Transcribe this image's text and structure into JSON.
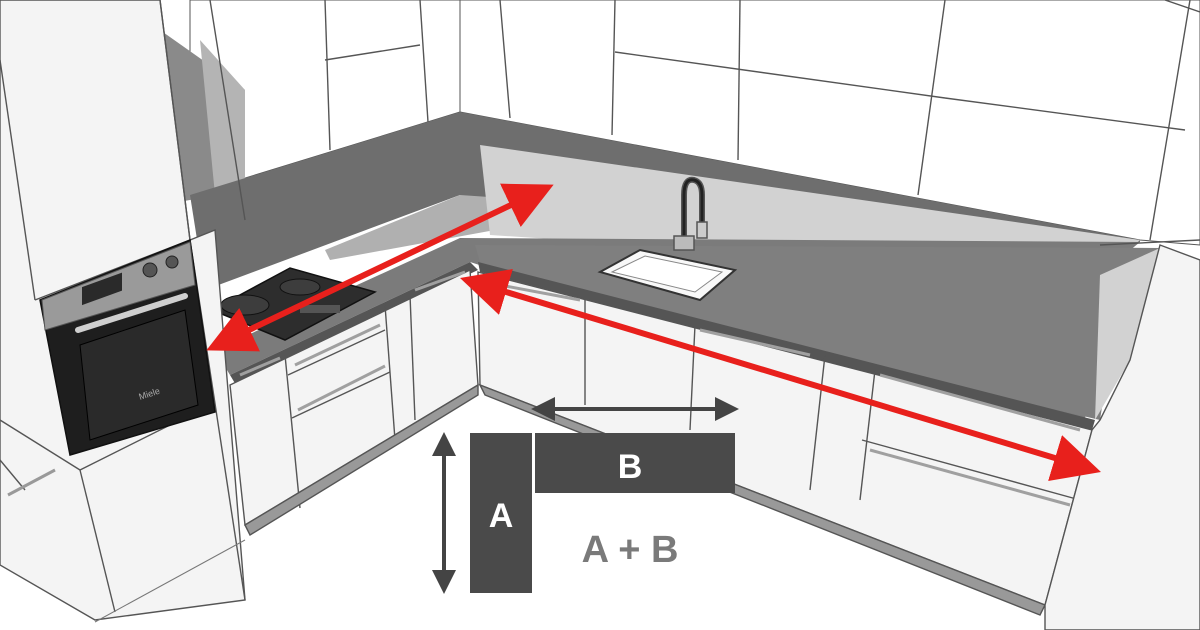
{
  "diagram": {
    "label_a": "A",
    "label_b": "B",
    "formula": "A + B",
    "oven_brand": "Miele"
  },
  "colors": {
    "arrow_red": "#e8201c",
    "block_dark": "#4a4a4a",
    "formula_gray": "#7a7a7a",
    "countertop": "#7b7b7b",
    "backsplash": "#d2d2d2",
    "cabinet": "#f4f4f4"
  }
}
